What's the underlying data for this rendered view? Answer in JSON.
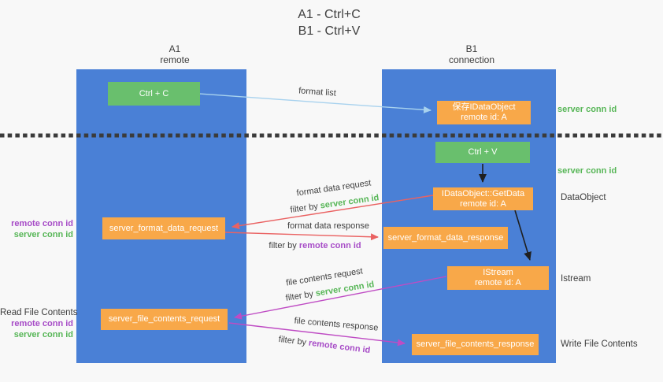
{
  "title": {
    "line1": "A1 - Ctrl+C",
    "line2": "B1 - Ctrl+V"
  },
  "lanes": {
    "left": {
      "name": "A1",
      "role": "remote"
    },
    "right": {
      "name": "B1",
      "role": "connection"
    }
  },
  "nodes": {
    "ctrl_c": {
      "label": "Ctrl + C"
    },
    "save_idataobject": {
      "line1": "保存IDataObject",
      "line2": "remote id: A"
    },
    "ctrl_v": {
      "label": "Ctrl + V"
    },
    "getdata": {
      "line1": "IDataObject::GetData",
      "line2": "remote id: A"
    },
    "format_request": {
      "label": "server_format_data_request"
    },
    "format_response": {
      "label": "server_format_data_response"
    },
    "istream": {
      "line1": "IStream",
      "line2": "remote id: A"
    },
    "file_request": {
      "label": "server_file_contents_request"
    },
    "file_response": {
      "label": "server_file_contents_response"
    }
  },
  "edge_labels": {
    "format_list": "format list",
    "format_data_request": "format data request",
    "format_data_response": "format data response",
    "file_contents_request": "file contents request",
    "file_contents_response": "file contents response",
    "filter_by": "filter by",
    "server_conn_id": "server conn id",
    "remote_conn_id": "remote conn id"
  },
  "annotations": {
    "left": {
      "remote_conn_id_1": "remote conn id",
      "server_conn_id_1": "server conn id",
      "read_file_contents": "Read File Contents",
      "remote_conn_id_2": "remote conn id",
      "server_conn_id_2": "server conn id"
    },
    "right": {
      "server_conn_id_top": "server conn id",
      "server_conn_id_mid": "server conn id",
      "dataobject": "DataObject",
      "istream": "Istream",
      "write_file_contents": "Write File Contents"
    }
  },
  "colors": {
    "lane_blue": "#4a80d6",
    "node_orange": "#f8a849",
    "node_green": "#69bf6d",
    "arrow_blue": "#a8d2ee",
    "arrow_red": "#ea6262",
    "arrow_magenta": "#bf4cc4",
    "arrow_black": "#1f1f1f",
    "conn_id_green": "#57b657",
    "conn_id_purple": "#a74cc7"
  }
}
